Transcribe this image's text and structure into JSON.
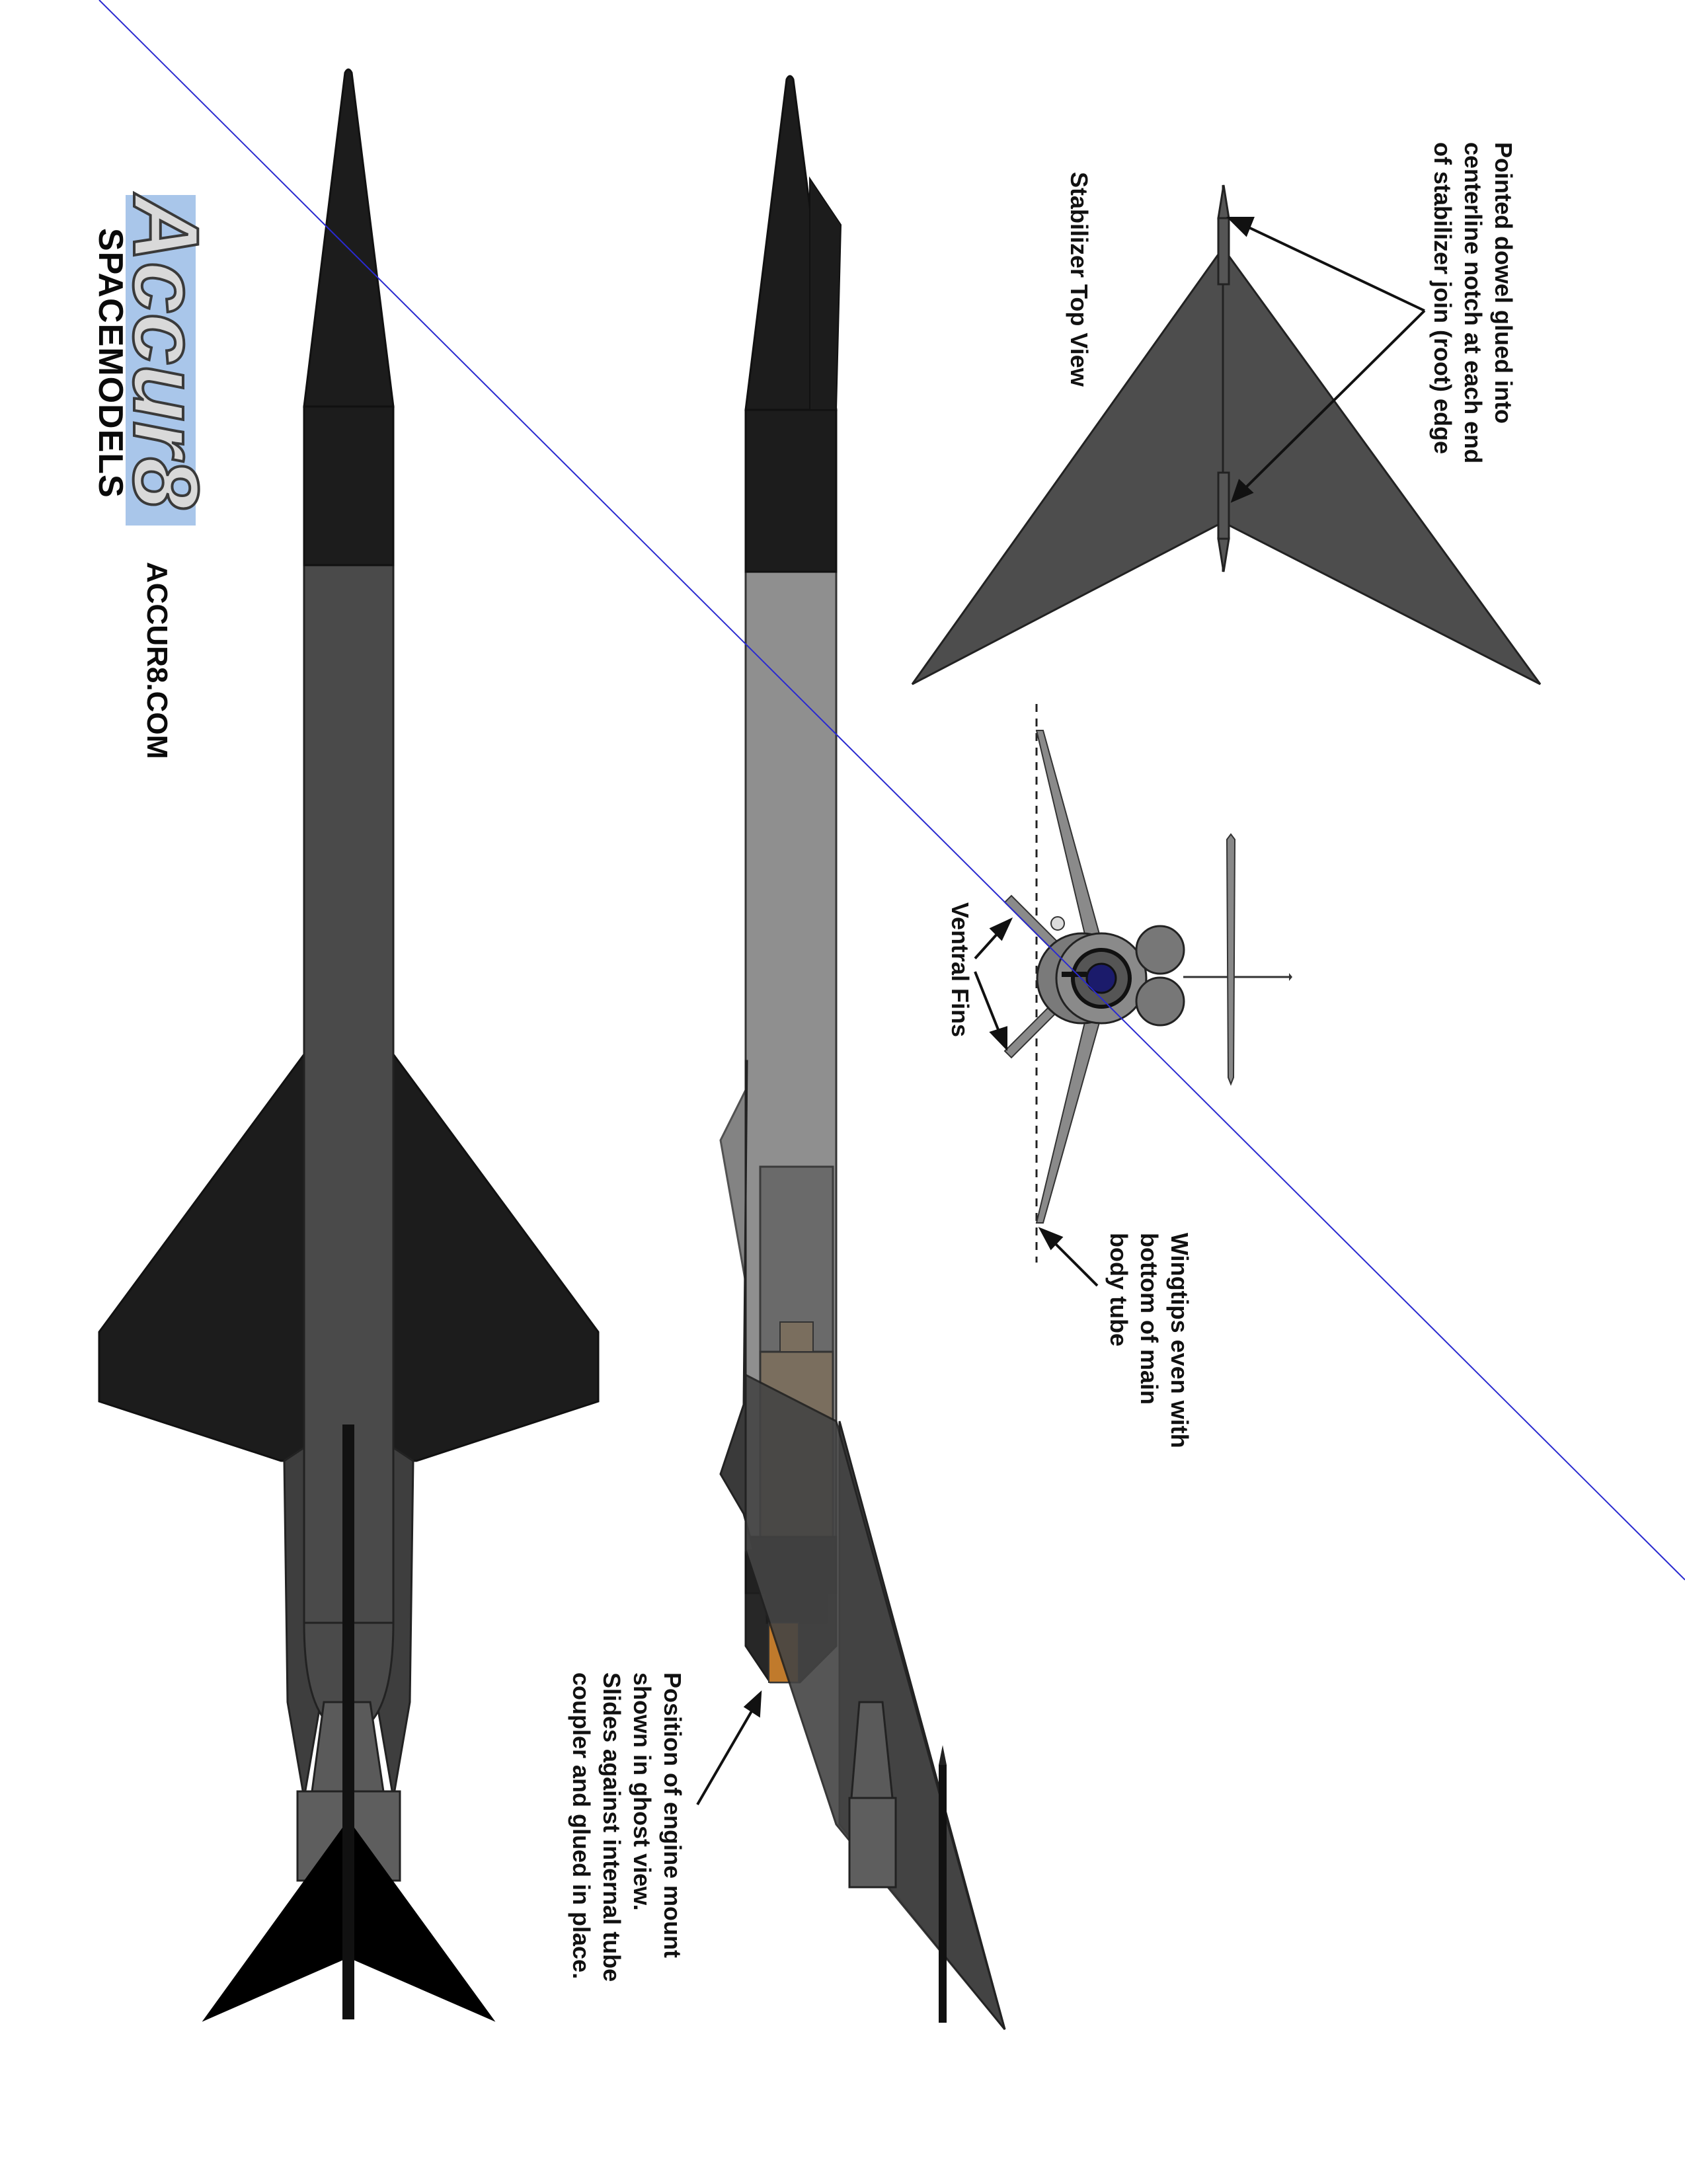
{
  "logo": {
    "brand": "Accur8",
    "sub": "SPACEMODELS",
    "site": "ACCUR8.COM"
  },
  "notes": {
    "dowel": [
      "Pointed dowel glued into",
      "centerline notch at each end",
      "of stabilizer join (root) edge"
    ],
    "stab_title": "Stabilizer Top View",
    "ventral": "Ventral Fins",
    "wingtips": [
      "Wingtips even with",
      "bottom of main",
      "body tube"
    ],
    "engine": [
      "Position of engine mount",
      "shown in ghost view.",
      "Slides against internal tube",
      "coupler and glued in place."
    ]
  },
  "colors": {
    "dark": "#1c1c1c",
    "mid": "#4a4a4a",
    "light": "#8f8f8f",
    "ghost": "#6e6e6e",
    "mount": "#7a6e5e",
    "orange": "#c07a2c",
    "logo_bg": "#a9c6ea",
    "guide_line": "#2a2ad0"
  }
}
